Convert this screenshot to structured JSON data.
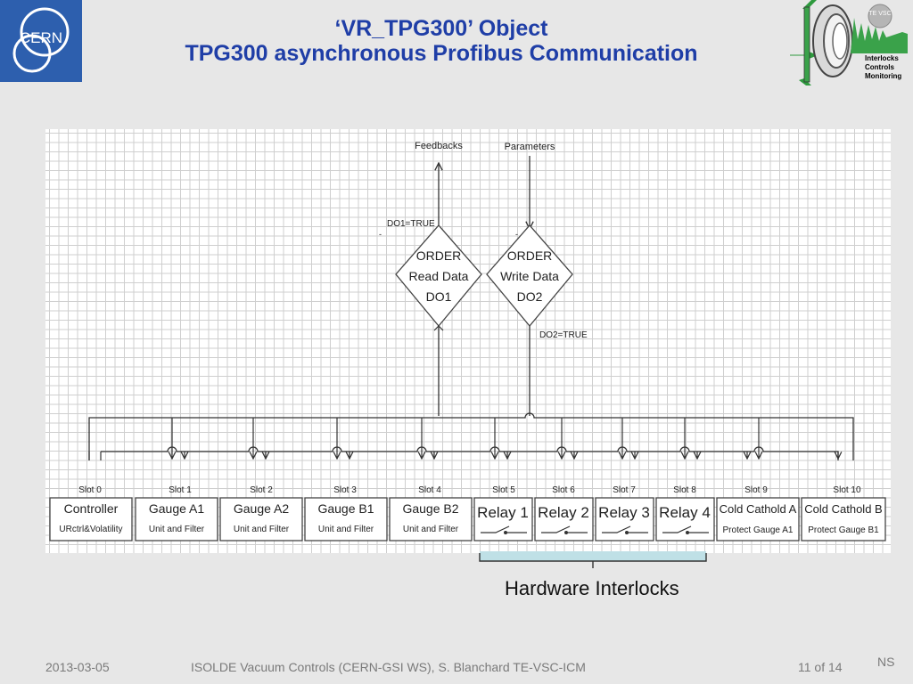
{
  "title": {
    "line1": "‘VR_TPG300’ Object",
    "line2": "TPG300 asynchronous Profibus Communication"
  },
  "logos": {
    "left_text": "CERN",
    "right_badge": "TE VSC",
    "right_line1": "Interlocks",
    "right_line2": "Controls",
    "right_line3": "Monitoring"
  },
  "diagram": {
    "top_left_label": "Feedbacks",
    "top_right_label": "Parameters",
    "do1_label": "DO1=TRUE",
    "do2_label": "DO2=TRUE",
    "read_diamond": [
      "ORDER",
      "Read Data",
      "DO1"
    ],
    "write_diamond": [
      "ORDER",
      "Write Data",
      "DO2"
    ],
    "slots": [
      {
        "slot": "Slot 0",
        "title": "Controller",
        "sub": "URctrl&Volatility"
      },
      {
        "slot": "Slot 1",
        "title": "Gauge A1",
        "sub": "Unit and Filter"
      },
      {
        "slot": "Slot 2",
        "title": "Gauge A2",
        "sub": "Unit and Filter"
      },
      {
        "slot": "Slot 3",
        "title": "Gauge B1",
        "sub": "Unit and Filter"
      },
      {
        "slot": "Slot 4",
        "title": "Gauge B2",
        "sub": "Unit and Filter"
      },
      {
        "slot": "Slot 5",
        "title": "Relay 1",
        "sub": ""
      },
      {
        "slot": "Slot 6",
        "title": "Relay 2",
        "sub": ""
      },
      {
        "slot": "Slot 7",
        "title": "Relay 3",
        "sub": ""
      },
      {
        "slot": "Slot 8",
        "title": "Relay 4",
        "sub": ""
      },
      {
        "slot": "Slot 9",
        "title": "Cold Cathold A",
        "sub": "Protect Gauge A1"
      },
      {
        "slot": "Slot 10",
        "title": "Cold Cathold B",
        "sub": "Protect Gauge B1"
      }
    ],
    "interlocks_label": "Hardware Interlocks"
  },
  "footer": {
    "date": "2013-03-05",
    "center": "ISOLDE Vacuum Controls (CERN-GSI WS), S. Blanchard TE-VSC-ICM",
    "page": "11 of 14",
    "initials": "NS"
  }
}
